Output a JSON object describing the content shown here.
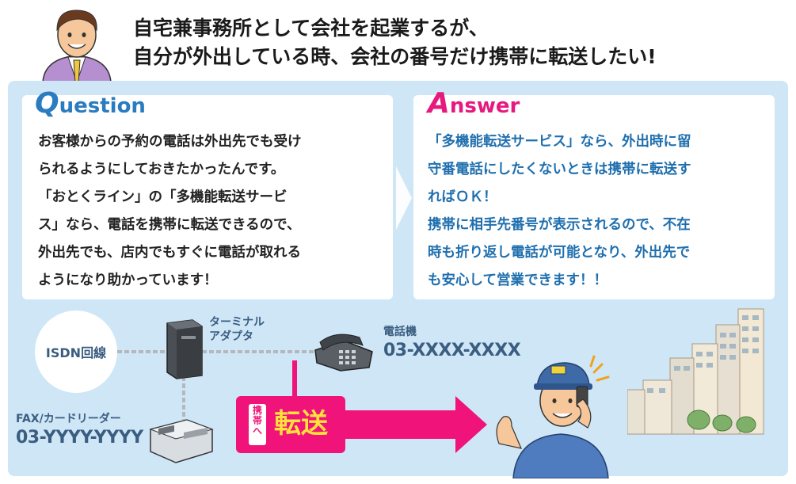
{
  "header": {
    "line1": "自宅兼事務所として会社を起業するが、",
    "line2": "自分が外出している時、会社の番号だけ携帯に転送したい!"
  },
  "question": {
    "label_initial": "Q",
    "label_rest": "uestion",
    "lines": [
      "お客様からの予約の電話は外出先でも受け",
      "られるようにしておきたかったんです。",
      "「おとくライン」の「多機能転送サービ",
      "ス」なら、電話を携帯に転送できるので、",
      "外出先でも、店内でもすぐに電話が取れる",
      "ようになり助かっています！"
    ]
  },
  "answer": {
    "label_initial": "A",
    "label_rest": "nswer",
    "lines": [
      "「多機能転送サービス」なら、外出時に留",
      "守番電話にしたくないときは携帯に転送す",
      "ればＯＫ！",
      "携帯に相手先番号が表示されるので、不在",
      "時も折り返し電話が可能となり、外出先で",
      "も安心して営業できます！！"
    ]
  },
  "diagram": {
    "isdn_label": "ISDN回線",
    "terminal_adapter_line1": "ターミナル",
    "terminal_adapter_line2": "アダプタ",
    "phone_label": "電話機",
    "phone_number": "03-XXXX-XXXX",
    "fax_label": "FAX/カードリーダー",
    "fax_number": "03-YYYY-YYYY",
    "forward_small": "携帯へ",
    "forward_big": "転送"
  },
  "colors": {
    "panel_bg": "#cfe6f7",
    "question_accent": "#2a7bc0",
    "answer_accent": "#e6197f",
    "answer_text": "#1f6fae",
    "forward_pink": "#f0137a",
    "forward_text": "#ffe23a",
    "diagram_label": "#3a5d80"
  },
  "icons": [
    "businessman-icon",
    "terminal-adapter-icon",
    "telephone-icon",
    "fax-machine-icon",
    "worker-on-phone-icon",
    "city-buildings-icon"
  ]
}
